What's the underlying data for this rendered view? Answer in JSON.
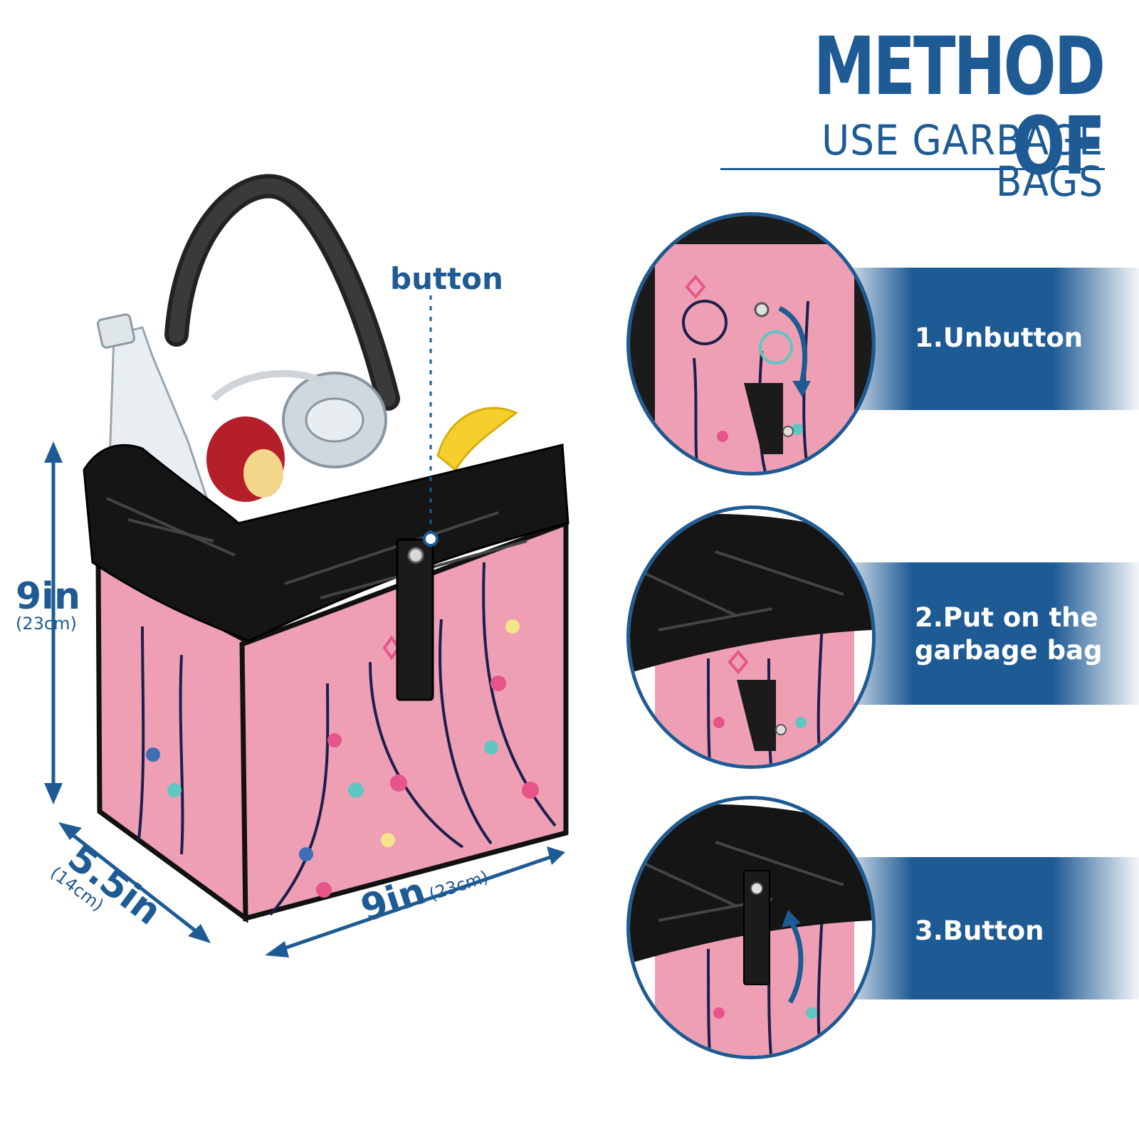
{
  "header": {
    "title_main": "METHOD OF",
    "title_sub": "USE GARBAGE BAGS"
  },
  "callout": {
    "button_label": "button"
  },
  "dimensions": {
    "height": {
      "value": "9in",
      "metric": "(23cm)"
    },
    "depth": {
      "value": "5.5in",
      "metric": "(14cm)"
    },
    "width": {
      "value": "9in",
      "metric": "(23cm)"
    }
  },
  "steps": [
    {
      "label": "1.Unbutton"
    },
    {
      "label": "2.Put on the garbage bag"
    },
    {
      "label": "3.Button"
    }
  ],
  "colors": {
    "accent": "#1e5a94",
    "bag_pink": "#ee9fb4",
    "liner_black": "#151515",
    "heart_pink": "#e6558a",
    "heart_teal": "#5fc6c1"
  }
}
